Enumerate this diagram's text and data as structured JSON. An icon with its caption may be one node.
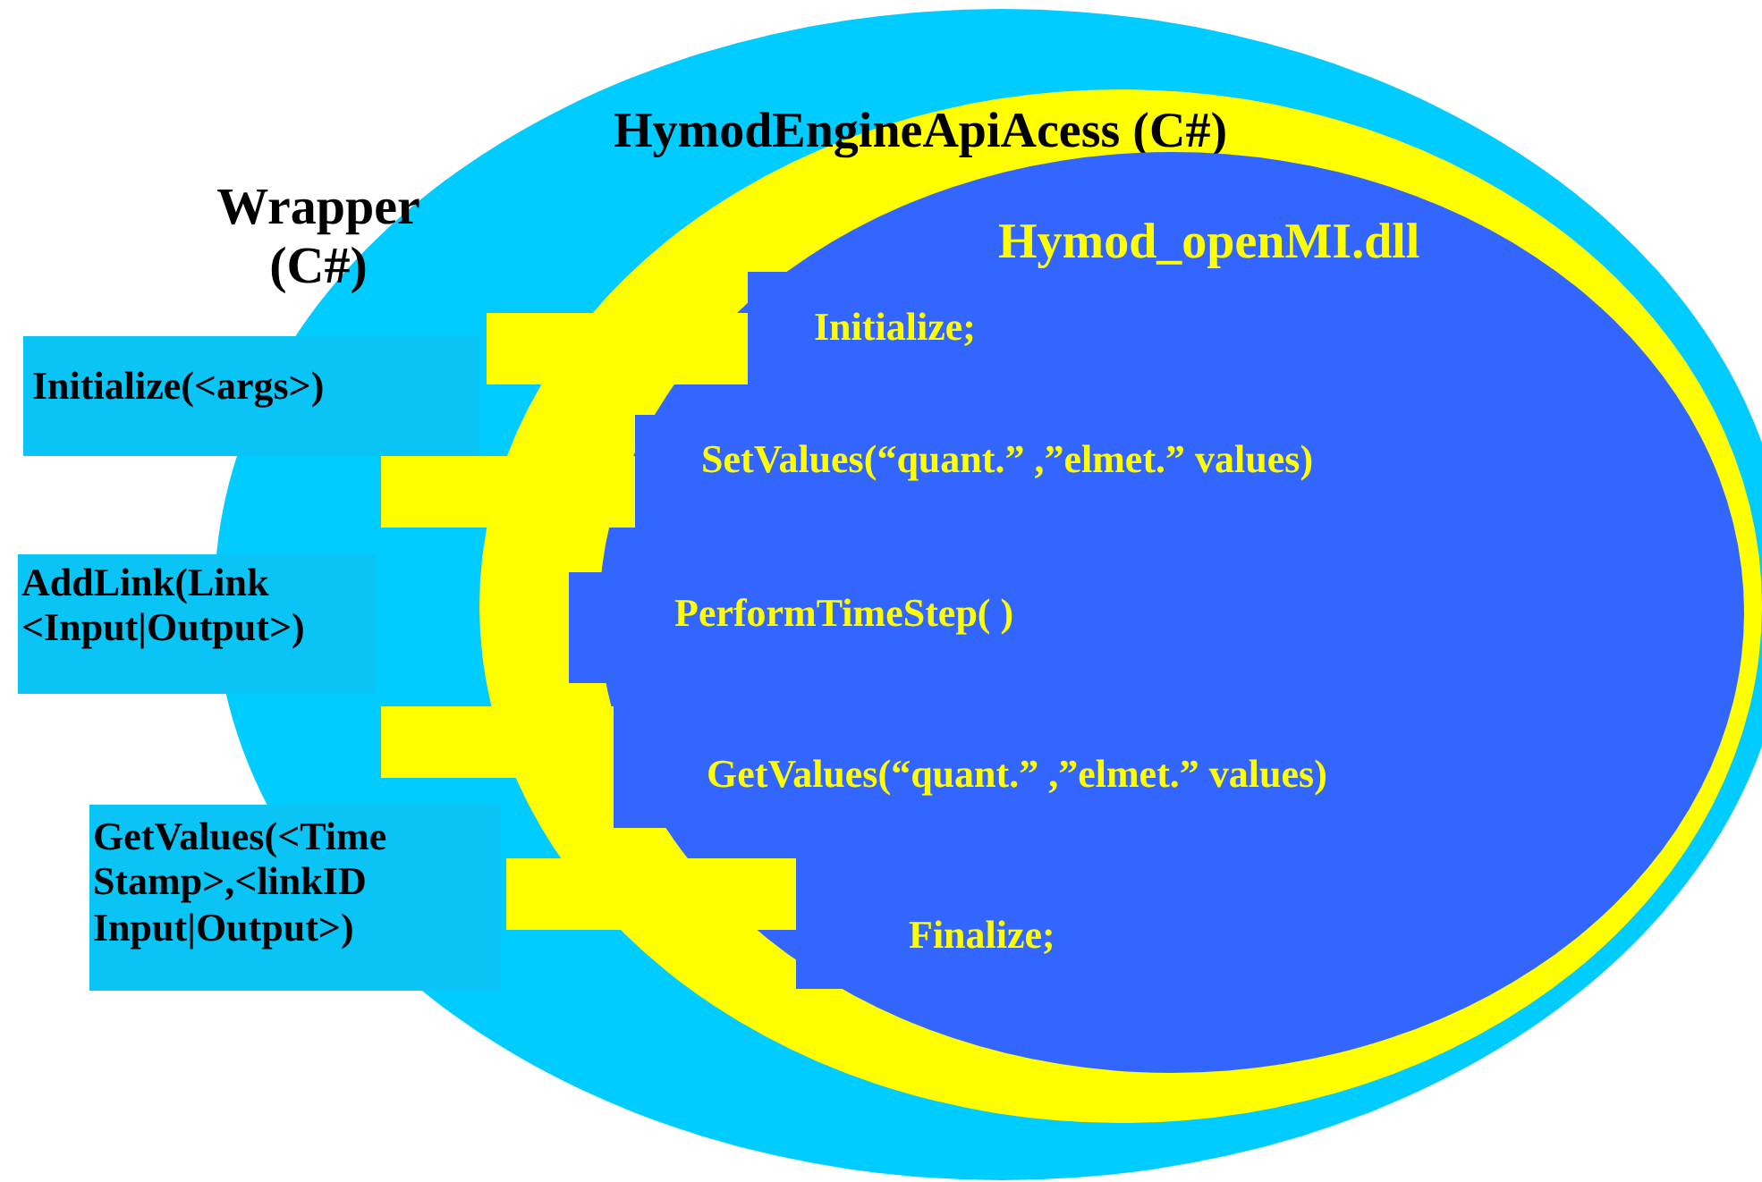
{
  "diagram": {
    "nodes": [
      {
        "text": [
          "Wrapper (C#)"
        ]
      },
      {
        "text": [
          "HymodEngineApiAcess (C#)"
        ],
        "in": 0
      },
      {
        "text": [
          "Hymod_openMI.dll"
        ],
        "in": 1
      },
      {
        "text": [
          "Initialize(<args>)"
        ]
      },
      {
        "text": [
          "AddLink(Link <Input|Output>)"
        ]
      },
      {
        "text": [
          "GetValues(<Time Stamp>,<linkID Input|Output>)"
        ]
      },
      {
        "text": [
          "Initialize;"
        ],
        "in": 2
      },
      {
        "text": [
          "SetValues(“quant.” ,”elmet.” values)"
        ],
        "in": 2
      },
      {
        "text": [
          "PerformTimeStep( )"
        ],
        "in": 2
      },
      {
        "text": [
          "GetValues(“quant.” ,”elmet.” values)"
        ],
        "in": 2
      },
      {
        "text": [
          "Finalize;"
        ],
        "in": 2
      },
      {
        "text": [],
        "shape": "box",
        "in": 1
      },
      {
        "text": [],
        "shape": "box",
        "in": 0
      },
      {
        "text": [],
        "shape": "box",
        "in": 0
      },
      {
        "text": [],
        "shape": "box",
        "in": 1
      }
    ],
    "edges": []
  }
}
